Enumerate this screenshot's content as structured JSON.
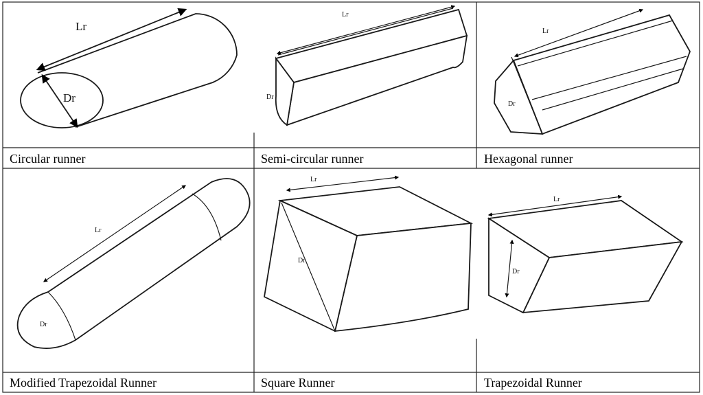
{
  "cells": [
    {
      "caption": "Circular runner",
      "length_label": "Lr",
      "diameter_label": "Dr"
    },
    {
      "caption": "Semi-circular runner",
      "length_label": "Lr",
      "diameter_label": "Dr"
    },
    {
      "caption": "Hexagonal runner",
      "length_label": "Lr",
      "diameter_label": "Dr"
    },
    {
      "caption": "Modified Trapezoidal Runner",
      "length_label": "Lr",
      "diameter_label": "Dr"
    },
    {
      "caption": "Square Runner",
      "length_label": "Lr",
      "diameter_label": "Dr"
    },
    {
      "caption": "Trapezoidal Runner",
      "length_label": "Lr",
      "diameter_label": "Dr"
    }
  ]
}
